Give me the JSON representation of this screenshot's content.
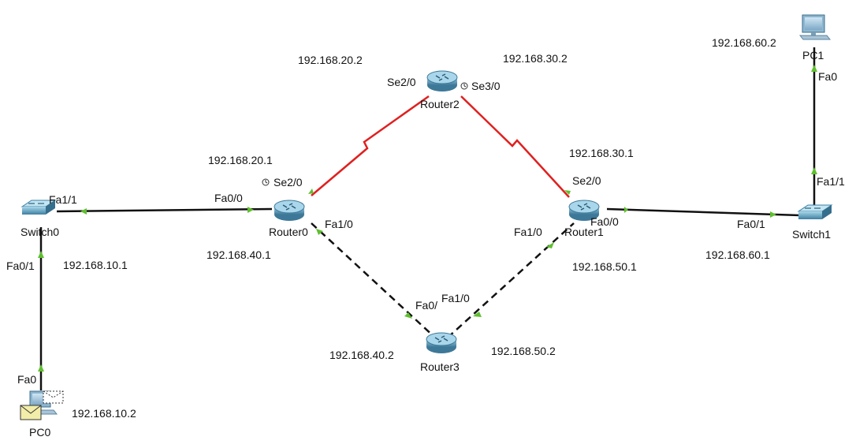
{
  "devices": {
    "router0": {
      "label": "Router0"
    },
    "router1": {
      "label": "Router1"
    },
    "router2": {
      "label": "Router2"
    },
    "router3": {
      "label": "Router3"
    },
    "switch0": {
      "label": "Switch0"
    },
    "switch1": {
      "label": "Switch1"
    },
    "pc0": {
      "label": "PC0"
    },
    "pc1": {
      "label": "PC1"
    }
  },
  "interfaces": {
    "sw0_fa11": "Fa1/1",
    "sw0_fa01": "Fa0/1",
    "r0_fa00": "Fa0/0",
    "r0_se20": "Se2/0",
    "r0_fa10": "Fa1/0",
    "r2_se20": "Se2/0",
    "r2_se30": "Se3/0",
    "r1_se20": "Se2/0",
    "r1_fa00": "Fa0/0",
    "r1_fa10": "Fa1/0",
    "sw1_fa01": "Fa0/1",
    "sw1_fa11": "Fa1/1",
    "pc1_fa0": "Fa0",
    "pc0_fa0": "Fa0",
    "r3_fa00": "Fa0/",
    "r3_fa10": "Fa1/0"
  },
  "addresses": {
    "a_20_2": "192.168.20.2",
    "a_30_2": "192.168.30.2",
    "a_20_1": "192.168.20.1",
    "a_30_1": "192.168.30.1",
    "a_40_1": "192.168.40.1",
    "a_10_1": "192.168.10.1",
    "a_50_1": "192.168.50.1",
    "a_60_1": "192.168.60.1",
    "a_60_2": "192.168.60.2",
    "a_40_2": "192.168.40.2",
    "a_50_2": "192.168.50.2",
    "a_10_2": "192.168.10.2"
  },
  "colors": {
    "serial_link": "#e02020",
    "ethernet_link": "#111111",
    "link_up_arrow": "#5fbf2f",
    "router_body": "#5f97b5",
    "switch_body": "#4f8fb0"
  },
  "link_types": {
    "serial": "lightning-red",
    "straight": "solid-black",
    "crossover": "dashed-black"
  }
}
